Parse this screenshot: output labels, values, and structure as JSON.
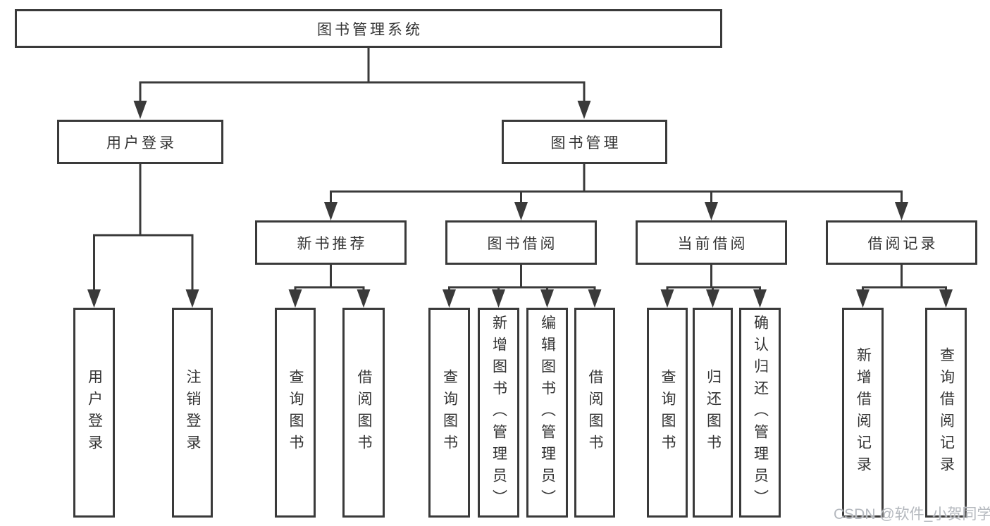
{
  "diagram": {
    "root": {
      "label": "图书管理系统"
    },
    "branches": [
      {
        "label": "用户登录",
        "leaves": [
          {
            "label": "用户登录"
          },
          {
            "label": "注销登录"
          }
        ]
      },
      {
        "label": "图书管理",
        "groups": [
          {
            "label": "新书推荐",
            "leaves": [
              {
                "label": "查询图书"
              },
              {
                "label": "借阅图书"
              }
            ]
          },
          {
            "label": "图书借阅",
            "leaves": [
              {
                "label": "查询图书"
              },
              {
                "label": "新增图书（管理员）"
              },
              {
                "label": "编辑图书（管理员）"
              },
              {
                "label": "借阅图书"
              }
            ]
          },
          {
            "label": "当前借阅",
            "leaves": [
              {
                "label": "查询图书"
              },
              {
                "label": "归还图书"
              },
              {
                "label": "确认归还（管理员）"
              }
            ]
          },
          {
            "label": "借阅记录",
            "leaves": [
              {
                "label": "新增借阅记录"
              },
              {
                "label": "查询借阅记录"
              }
            ]
          }
        ]
      }
    ]
  },
  "watermark": {
    "text": "CSDN @软件_小贺同学"
  },
  "colors": {
    "line": "#3a3a3a",
    "text": "#333333",
    "canvas": "#ffffff",
    "watermark": "#b4b8be"
  }
}
